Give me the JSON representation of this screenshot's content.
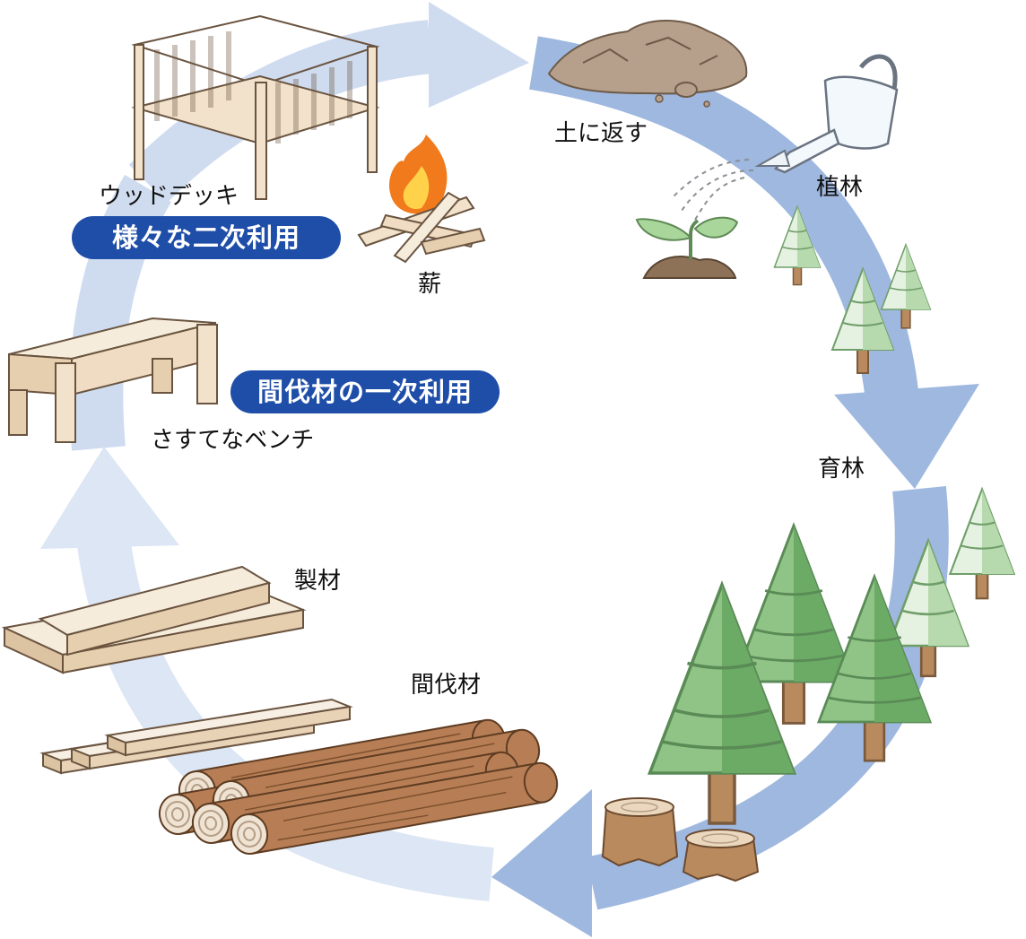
{
  "colors": {
    "cycle_dark": "#9fb8df",
    "cycle_light": "#cfdcf0",
    "pill_bg": "#1f4ea8",
    "tree_dark": "#6cab66",
    "tree_light": "#cfe6c8",
    "trunk": "#b98a5e",
    "soil": "#b6a08c",
    "wood_pale": "#f2e2cb",
    "log": "#b77e55"
  },
  "stages": {
    "soil_return": "土に返す",
    "planting": "植林",
    "nurturing": "育林",
    "thinned_wood": "間伐材",
    "lumber": "製材",
    "bench": "さすてなベンチ",
    "deck": "ウッドデッキ",
    "firewood": "薪"
  },
  "badges": {
    "secondary_use": "様々な二次利用",
    "primary_use": "間伐材の一次利用"
  },
  "icons": [
    "soil-pile-icon",
    "watering-can-icon",
    "seedling-icon",
    "tree-icon",
    "stump-icon",
    "log-pile-icon",
    "lumber-icon",
    "bench-icon",
    "wood-deck-icon",
    "campfire-icon"
  ]
}
